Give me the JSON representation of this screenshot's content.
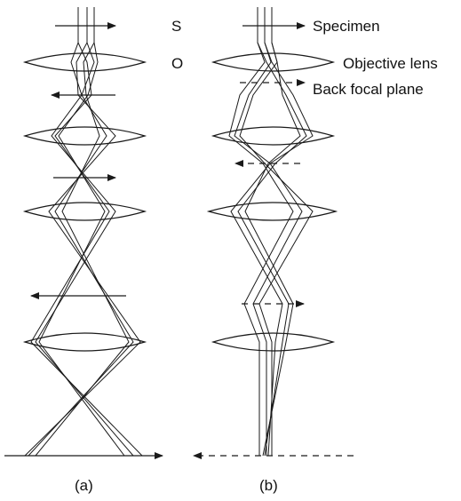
{
  "labels": {
    "s": "S",
    "o": "O",
    "specimen": "Specimen",
    "objective_lens": "Objective lens",
    "back_focal_plane": "Back focal plane",
    "panel_a": "(a)",
    "panel_b": "(b)"
  },
  "colors": {
    "stroke": "#1a1a1a",
    "background": "#ffffff"
  }
}
